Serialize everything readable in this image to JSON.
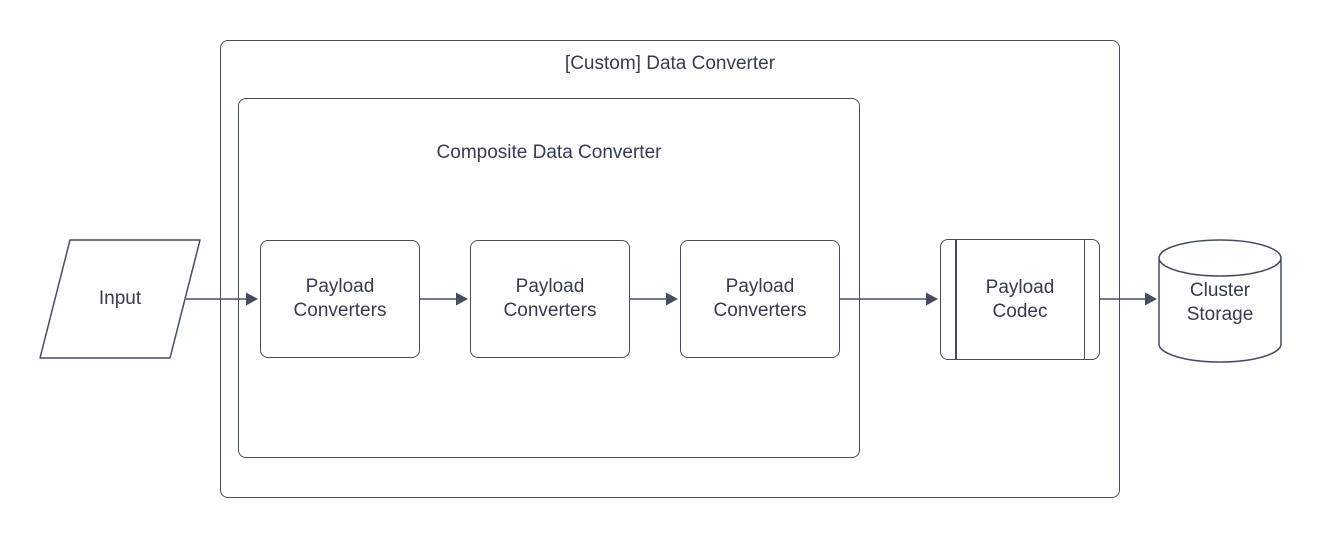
{
  "diagram": {
    "groups": {
      "custom_data_converter": {
        "label": "[Custom] Data Converter"
      },
      "composite_data_converter": {
        "label": "Composite Data Converter"
      }
    },
    "nodes": {
      "input": {
        "label": "Input",
        "shape": "parallelogram"
      },
      "payload_converters_1": {
        "label": "Payload Converters",
        "shape": "rounded-rectangle"
      },
      "payload_converters_2": {
        "label": "Payload Converters",
        "shape": "rounded-rectangle"
      },
      "payload_converters_3": {
        "label": "Payload Converters",
        "shape": "rounded-rectangle"
      },
      "payload_codec": {
        "label": "Payload Codec",
        "shape": "predefined-process"
      },
      "cluster_storage": {
        "label": "Cluster Storage",
        "shape": "cylinder"
      }
    },
    "connectors": [
      {
        "from": "input",
        "to": "payload_converters_1"
      },
      {
        "from": "payload_converters_1",
        "to": "payload_converters_2"
      },
      {
        "from": "payload_converters_2",
        "to": "payload_converters_3"
      },
      {
        "from": "payload_converters_3",
        "to": "payload_codec"
      },
      {
        "from": "payload_codec",
        "to": "cluster_storage"
      }
    ],
    "colors": {
      "stroke": "#454e60",
      "text": "#343c4e",
      "background": "#ffffff"
    }
  }
}
